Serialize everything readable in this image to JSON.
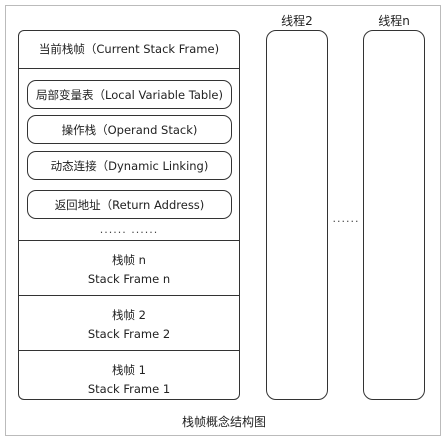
{
  "threads": {
    "thread2_label": "线程2",
    "threadn_label": "线程n",
    "between_dots": "......"
  },
  "current_frame": {
    "title": "当前栈帧（Current Stack Frame)",
    "items": [
      "局部变量表（Local Variable Table)",
      "操作栈（Operand Stack)",
      "动态连接（Dynamic Linking)",
      "返回地址（Return Address)"
    ],
    "more_dots": "......  ......"
  },
  "frames": [
    {
      "cn": "栈帧 n",
      "en": "Stack Frame n"
    },
    {
      "cn": "栈帧 2",
      "en": "Stack Frame 2"
    },
    {
      "cn": "栈帧 1",
      "en": "Stack Frame 1"
    }
  ],
  "caption": "栈帧概念结构图"
}
